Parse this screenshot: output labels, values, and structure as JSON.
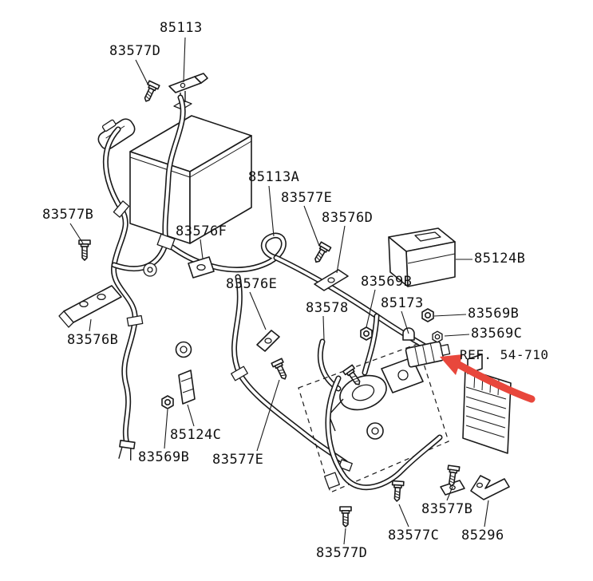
{
  "colors": {
    "line": "#1a1a1a",
    "red_arrow": "#e8473c",
    "background": "#ffffff"
  },
  "diagram": {
    "labels": [
      {
        "id": "85113",
        "text": "85113"
      },
      {
        "id": "83577D-top",
        "text": "83577D"
      },
      {
        "id": "85113A",
        "text": "85113A"
      },
      {
        "id": "83577E-top",
        "text": "83577E"
      },
      {
        "id": "83576D",
        "text": "83576D"
      },
      {
        "id": "83577B-left",
        "text": "83577B"
      },
      {
        "id": "83576F",
        "text": "83576F"
      },
      {
        "id": "83576E",
        "text": "83576E"
      },
      {
        "id": "83569B-mid",
        "text": "83569B"
      },
      {
        "id": "85173",
        "text": "85173"
      },
      {
        "id": "85124B",
        "text": "85124B"
      },
      {
        "id": "83569B-right",
        "text": "83569B"
      },
      {
        "id": "83569C",
        "text": "83569C"
      },
      {
        "id": "ref-54-710",
        "text": "REF. 54-710"
      },
      {
        "id": "83578",
        "text": "83578"
      },
      {
        "id": "83576B",
        "text": "83576B"
      },
      {
        "id": "85124C",
        "text": "85124C"
      },
      {
        "id": "83569B-bottom-left",
        "text": "83569B"
      },
      {
        "id": "83577E-bottom",
        "text": "83577E"
      },
      {
        "id": "83577B-bottom",
        "text": "83577B"
      },
      {
        "id": "83577C",
        "text": "83577C"
      },
      {
        "id": "85296",
        "text": "85296"
      },
      {
        "id": "83577D-bottom",
        "text": "83577D"
      }
    ]
  }
}
